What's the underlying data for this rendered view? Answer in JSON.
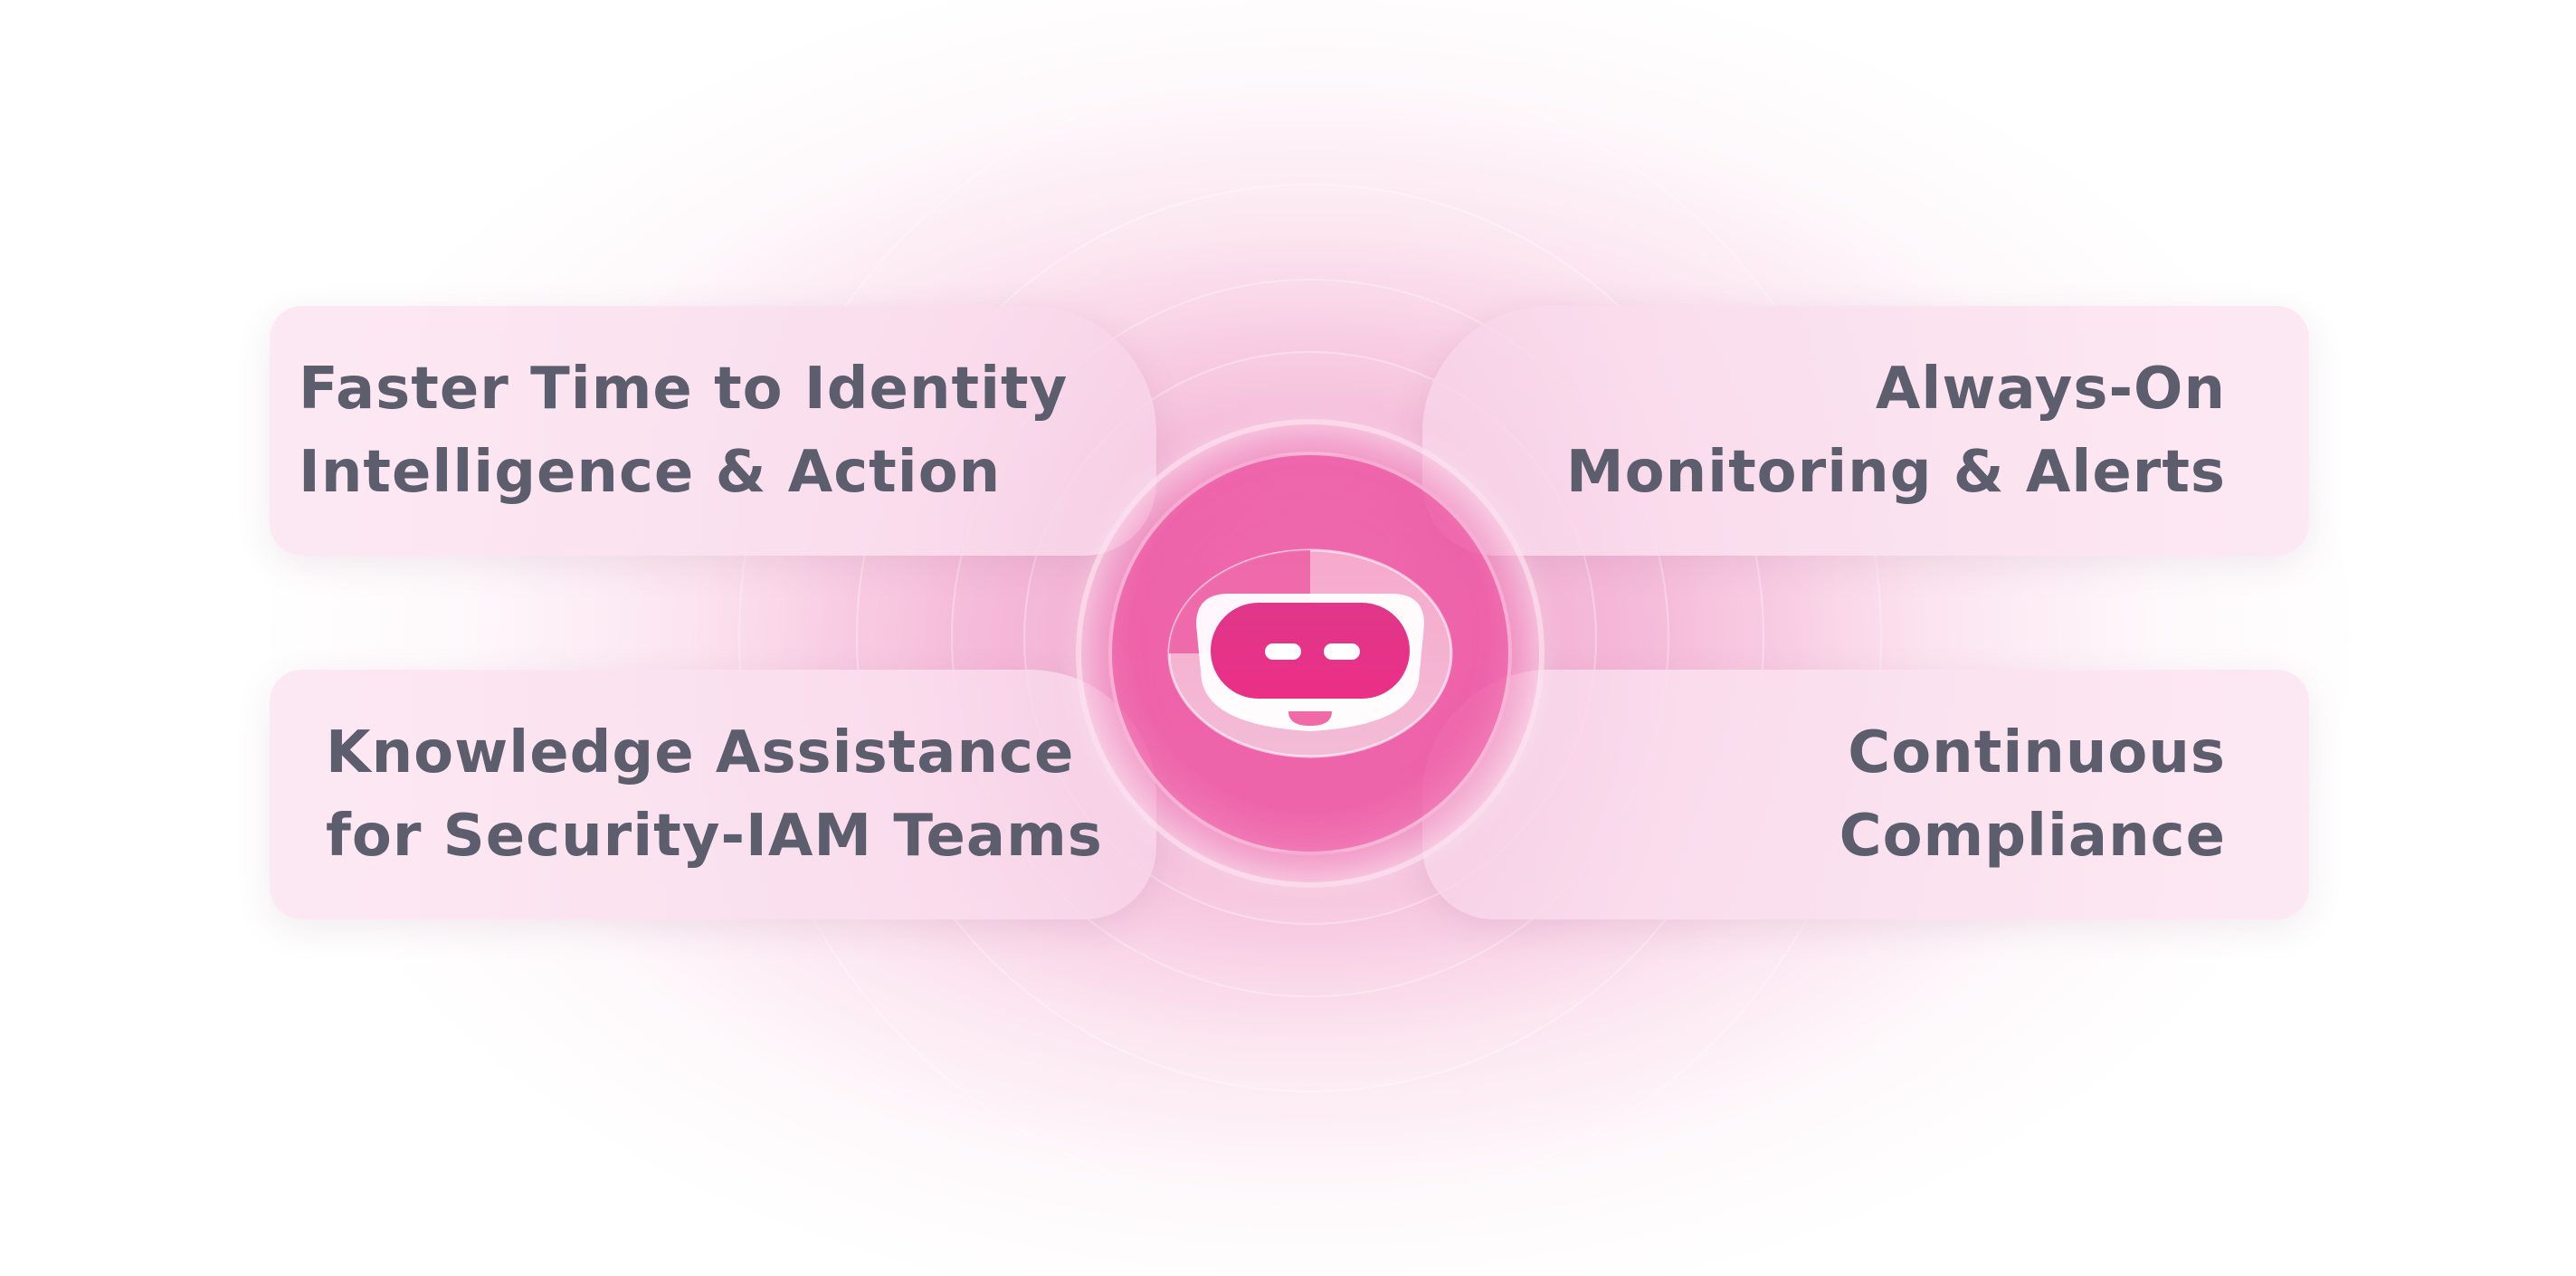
{
  "features": {
    "top_left": [
      "Faster Time to Identity",
      "Intelligence & Action"
    ],
    "top_right": [
      "Always-On",
      "Monitoring & Alerts"
    ],
    "bottom_left": [
      "Knowledge Assistance",
      "for Security-IAM Teams"
    ],
    "bottom_right": [
      "Continuous",
      "Compliance"
    ]
  },
  "center": {
    "icon": "robot-face-icon"
  },
  "colors": {
    "accent": "#e83a8e",
    "text": "#5c5d6d",
    "card": "#fbe6f0"
  }
}
